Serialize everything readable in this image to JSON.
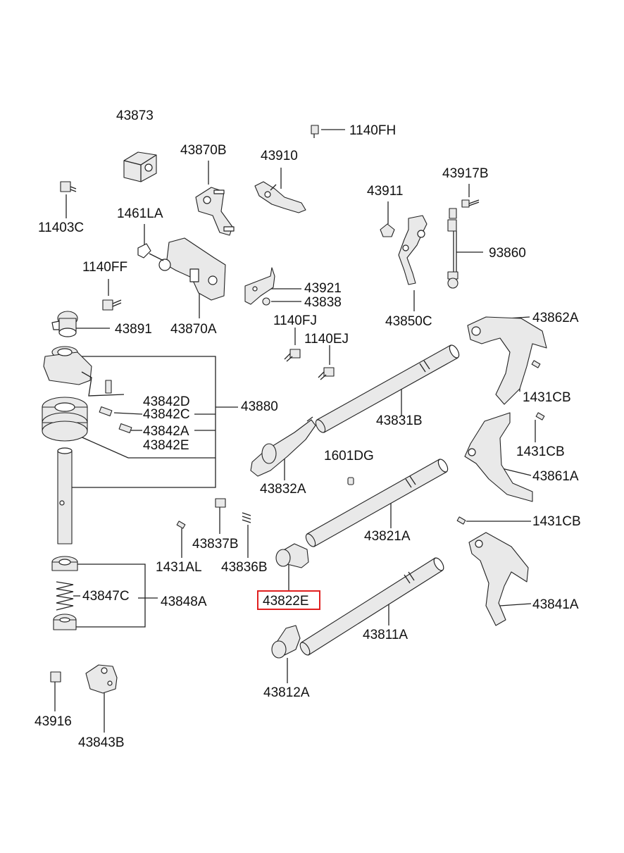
{
  "diagram": {
    "highlighted_part": "43822E",
    "highlight_color": "#e02020",
    "labels": {
      "p43873": "43873",
      "p1140FH": "1140FH",
      "p43870B": "43870B",
      "p43910": "43910",
      "p43917B": "43917B",
      "p43911": "43911",
      "p11403C": "11403C",
      "p1461LA": "1461LA",
      "p93860": "93860",
      "p1140FF": "1140FF",
      "p43921": "43921",
      "p43838": "43838",
      "p43850C": "43850C",
      "p1140FJ": "1140FJ",
      "p43862A": "43862A",
      "p43891": "43891",
      "p43870A": "43870A",
      "p1140EJ": "1140EJ",
      "p1431CB_1": "1431CB",
      "p43842D": "43842D",
      "p43842C": "43842C",
      "p43880": "43880",
      "p43831B": "43831B",
      "p43842A": "43842A",
      "p43842E": "43842E",
      "p1431CB_2": "1431CB",
      "p1601DG": "1601DG",
      "p43861A": "43861A",
      "p43832A": "43832A",
      "p1431CB_3": "1431CB",
      "p43821A": "43821A",
      "p43837B": "43837B",
      "p1431AL": "1431AL",
      "p43836B": "43836B",
      "p43847C": "43847C",
      "p43848A": "43848A",
      "p43822E": "43822E",
      "p43841A": "43841A",
      "p43811A": "43811A",
      "p43812A": "43812A",
      "p43916": "43916",
      "p43843B": "43843B"
    }
  }
}
